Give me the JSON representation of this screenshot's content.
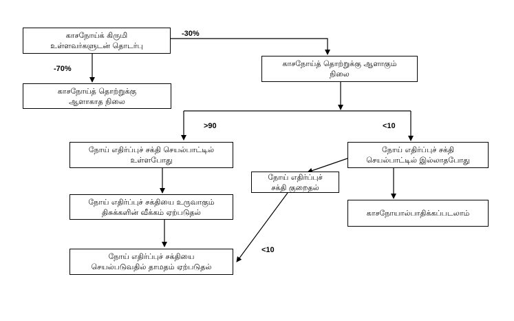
{
  "nodes": {
    "contact": "காசநோய்க் கிருமி\nஉள்ளவர்களுடன் தொடர்பு",
    "not_infected": "காசநோய்த் தொற்றுக்கு\nஆளாகாத நிலை",
    "infected": "காசநோய்த் தொற்றுக்கு ஆளாகும்\nநிலை",
    "immunity_present": "நோய் எதிர்ப்புச் சக்தி செயல்பாட்டில்\nஉள்ளபோது",
    "immunity_absent": "நோய் எதிர்ப்புச் சக்தி\nசெயல்பாட்டில் இல்லாதபோது",
    "granuloma": "நோய் எதிர்ப்புச் சக்தியை உருவாகும்\nதிசுக்களின் வீக்கம் ஏற்படுதல்",
    "immunity_decline": "நோய் எதிர்ப்புச்\nசக்தி குறைதல்",
    "tb_disease": "காசநோயால்பாதிக்கப்படலாம்",
    "delay": "நோய் எதிர்ப்புச் சக்தியை\nசெயல்படுவதில் தாமதம் ஏற்படுதல்"
  },
  "edge_labels": {
    "to_infected": "-30%",
    "to_not_infected": "-70%",
    "to_immunity_present": ">90",
    "to_immunity_absent": "<10",
    "to_delay": "<10"
  }
}
